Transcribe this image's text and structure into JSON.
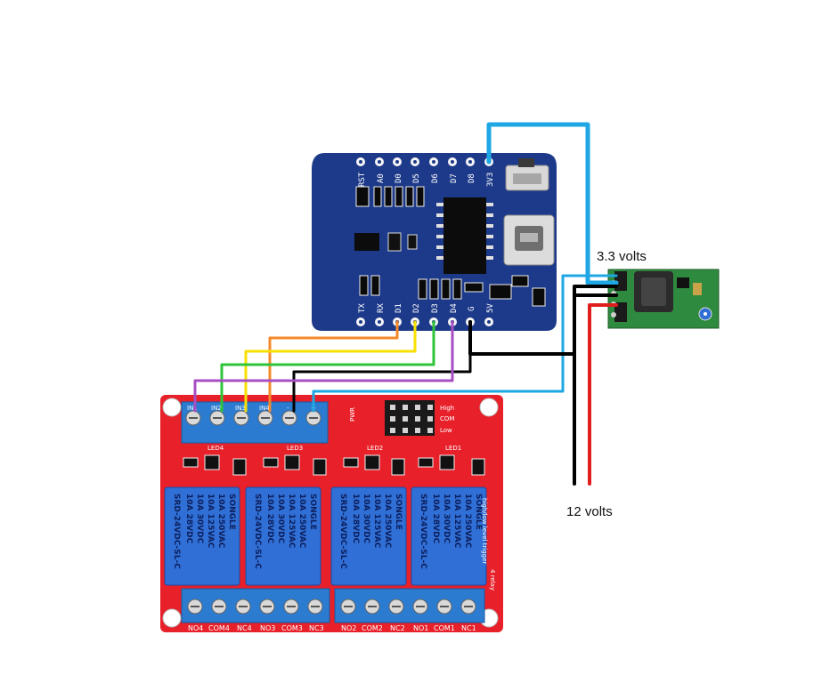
{
  "labels": {
    "v33": "3.3 volts",
    "v12": "12 volts"
  },
  "mcu": {
    "top_pins": [
      "RST",
      "A0",
      "D0",
      "D5",
      "D6",
      "D7",
      "D8",
      "3V3"
    ],
    "bottom_pins": [
      "TX",
      "RX",
      "D1",
      "D2",
      "D3",
      "D4",
      "G",
      "5V"
    ]
  },
  "relay_board": {
    "input_pins": [
      "IN1",
      "IN2",
      "IN3",
      "IN4",
      "-",
      "+"
    ],
    "relay_lines": [
      "SONGLE",
      "10A 250VAC",
      "10A 125VAC",
      "10A 30VDC",
      "10A 28VDC",
      "SRD-24VDC-SL-C"
    ],
    "led_labels": [
      "LED4",
      "LED3",
      "LED2",
      "LED1"
    ],
    "pwr_label": "PWR",
    "jumper_labels": [
      "High",
      "COM",
      "Low"
    ],
    "trigger_text": "4 relay",
    "trigger_text2": "high/low level trigger",
    "bottom_terminals": [
      "NO4",
      "COM4",
      "NC4",
      "NO3",
      "COM3",
      "NC3",
      "NO2",
      "COM2",
      "NC2",
      "NO1",
      "COM1",
      "NC1"
    ]
  },
  "colors": {
    "mcu_board": "#1d3a8a",
    "relay_board": "#e8202a",
    "terminal": "#2b7bd0",
    "relay": "#2f6fd6",
    "wire_cyan": "#1ea7e4",
    "wire_orange": "#f5892a",
    "wire_yellow": "#f7e000",
    "wire_green": "#2ec43a",
    "wire_purple": "#a84ec4",
    "wire_black": "#000000",
    "wire_red": "#e01e1e",
    "converter": "#2e8a3e"
  }
}
